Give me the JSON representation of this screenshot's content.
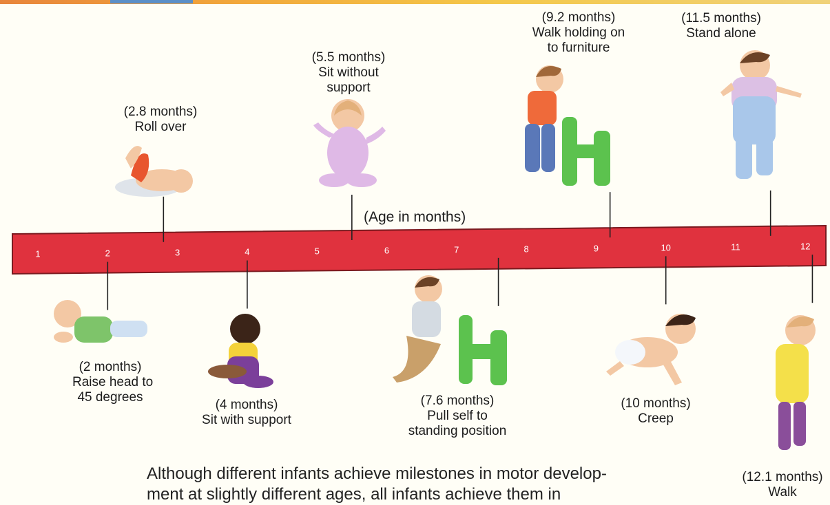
{
  "axis_label": "(Age in months)",
  "ticks": [
    {
      "label": "1",
      "month": 1
    },
    {
      "label": "2",
      "month": 2
    },
    {
      "label": "3",
      "month": 3
    },
    {
      "label": "4",
      "month": 4
    },
    {
      "label": "5",
      "month": 5
    },
    {
      "label": "6",
      "month": 6
    },
    {
      "label": "7",
      "month": 7
    },
    {
      "label": "8",
      "month": 8
    },
    {
      "label": "9",
      "month": 9
    },
    {
      "label": "10",
      "month": 10
    },
    {
      "label": "11",
      "month": 11
    },
    {
      "label": "12",
      "month": 12
    }
  ],
  "milestones": [
    {
      "age_text": "(2 months)",
      "lines": [
        "Raise head to",
        "45 degrees"
      ],
      "month": 2,
      "side": "below"
    },
    {
      "age_text": "(2.8 months)",
      "lines": [
        "Roll over"
      ],
      "month": 2.8,
      "side": "above"
    },
    {
      "age_text": "(4 months)",
      "lines": [
        "Sit with support"
      ],
      "month": 4,
      "side": "below"
    },
    {
      "age_text": "(5.5 months)",
      "lines": [
        "Sit without",
        "support"
      ],
      "month": 5.5,
      "side": "above"
    },
    {
      "age_text": "(7.6 months)",
      "lines": [
        "Pull self to",
        "standing position"
      ],
      "month": 7.6,
      "side": "below"
    },
    {
      "age_text": "(9.2 months)",
      "lines": [
        "Walk holding on",
        "to furniture"
      ],
      "month": 9.2,
      "side": "above"
    },
    {
      "age_text": "(10 months)",
      "lines": [
        "Creep"
      ],
      "month": 10,
      "side": "below"
    },
    {
      "age_text": "(11.5 months)",
      "lines": [
        "Stand alone"
      ],
      "month": 11.5,
      "side": "above"
    },
    {
      "age_text": "(12.1 months)",
      "lines": [
        "Walk"
      ],
      "month": 12.1,
      "side": "below"
    }
  ],
  "caption": {
    "line1": "Although different infants achieve milestones in motor develop-",
    "line2": "ment at slightly different ages, all infants achieve them in"
  },
  "colors": {
    "bar": "#e0323e",
    "bar_edge": "#7a1a1f",
    "skin": "#f3c8a4",
    "chair": "#5cc24e"
  }
}
